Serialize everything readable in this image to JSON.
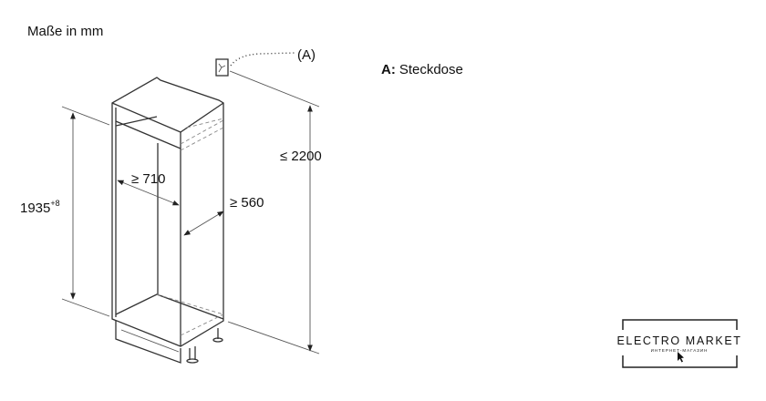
{
  "units_label": "Maße in mm",
  "legend": {
    "key": "A:",
    "text": "Steckdose"
  },
  "socket_callout": "(A)",
  "dimensions": {
    "cabinet_height": "1935",
    "cabinet_height_tolerance": "+8",
    "total_height": "≤ 2200",
    "width": "≥ 710",
    "depth": "≥ 560"
  },
  "logo": {
    "name": "ELECTRO MARKET",
    "tagline": "ИНТЕРНЕТ-МАГАЗИН"
  },
  "colors": {
    "line": "#333333",
    "text": "#111111"
  }
}
